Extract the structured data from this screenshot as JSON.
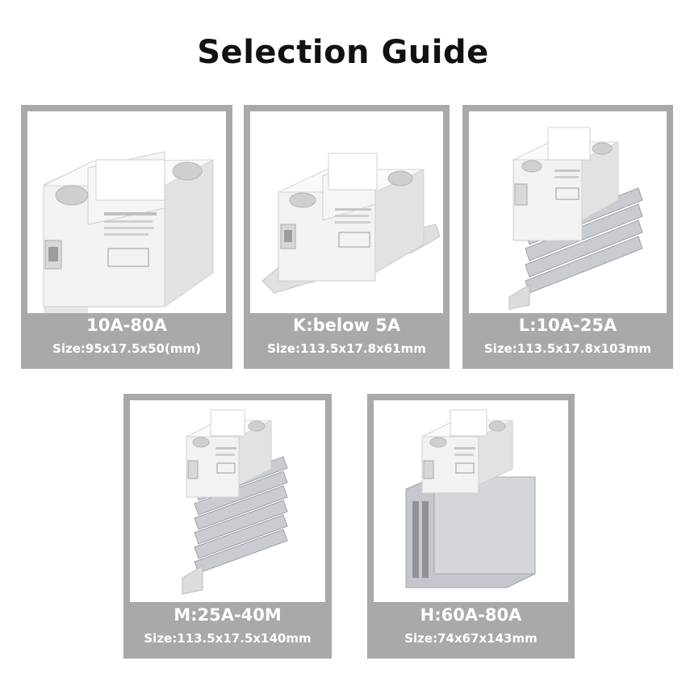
{
  "title": "Selection Guide",
  "colors": {
    "card_bg": "#a9a9a9",
    "photo_bg": "#ffffff",
    "caption_text": "#ffffff",
    "title_text": "#111111"
  },
  "products": [
    {
      "name": "10A-80A",
      "size": "Size:95x17.5x50(mm)",
      "variant": "no-heatsink",
      "image": "relay-module"
    },
    {
      "name": "K:below 5A",
      "size": "Size:113.5x17.8x61mm",
      "variant": "din-base",
      "image": "relay-module"
    },
    {
      "name": "L:10A-25A",
      "size": "Size:113.5x17.8x103mm",
      "variant": "small-heatsink",
      "image": "relay-module"
    },
    {
      "name": "M:25A-40M",
      "size": "Size:113.5x17.5x140mm",
      "variant": "medium-heatsink",
      "image": "relay-module"
    },
    {
      "name": "H:60A-80A",
      "size": "Size:74x67x143mm",
      "variant": "large-heatsink",
      "image": "relay-module"
    }
  ]
}
